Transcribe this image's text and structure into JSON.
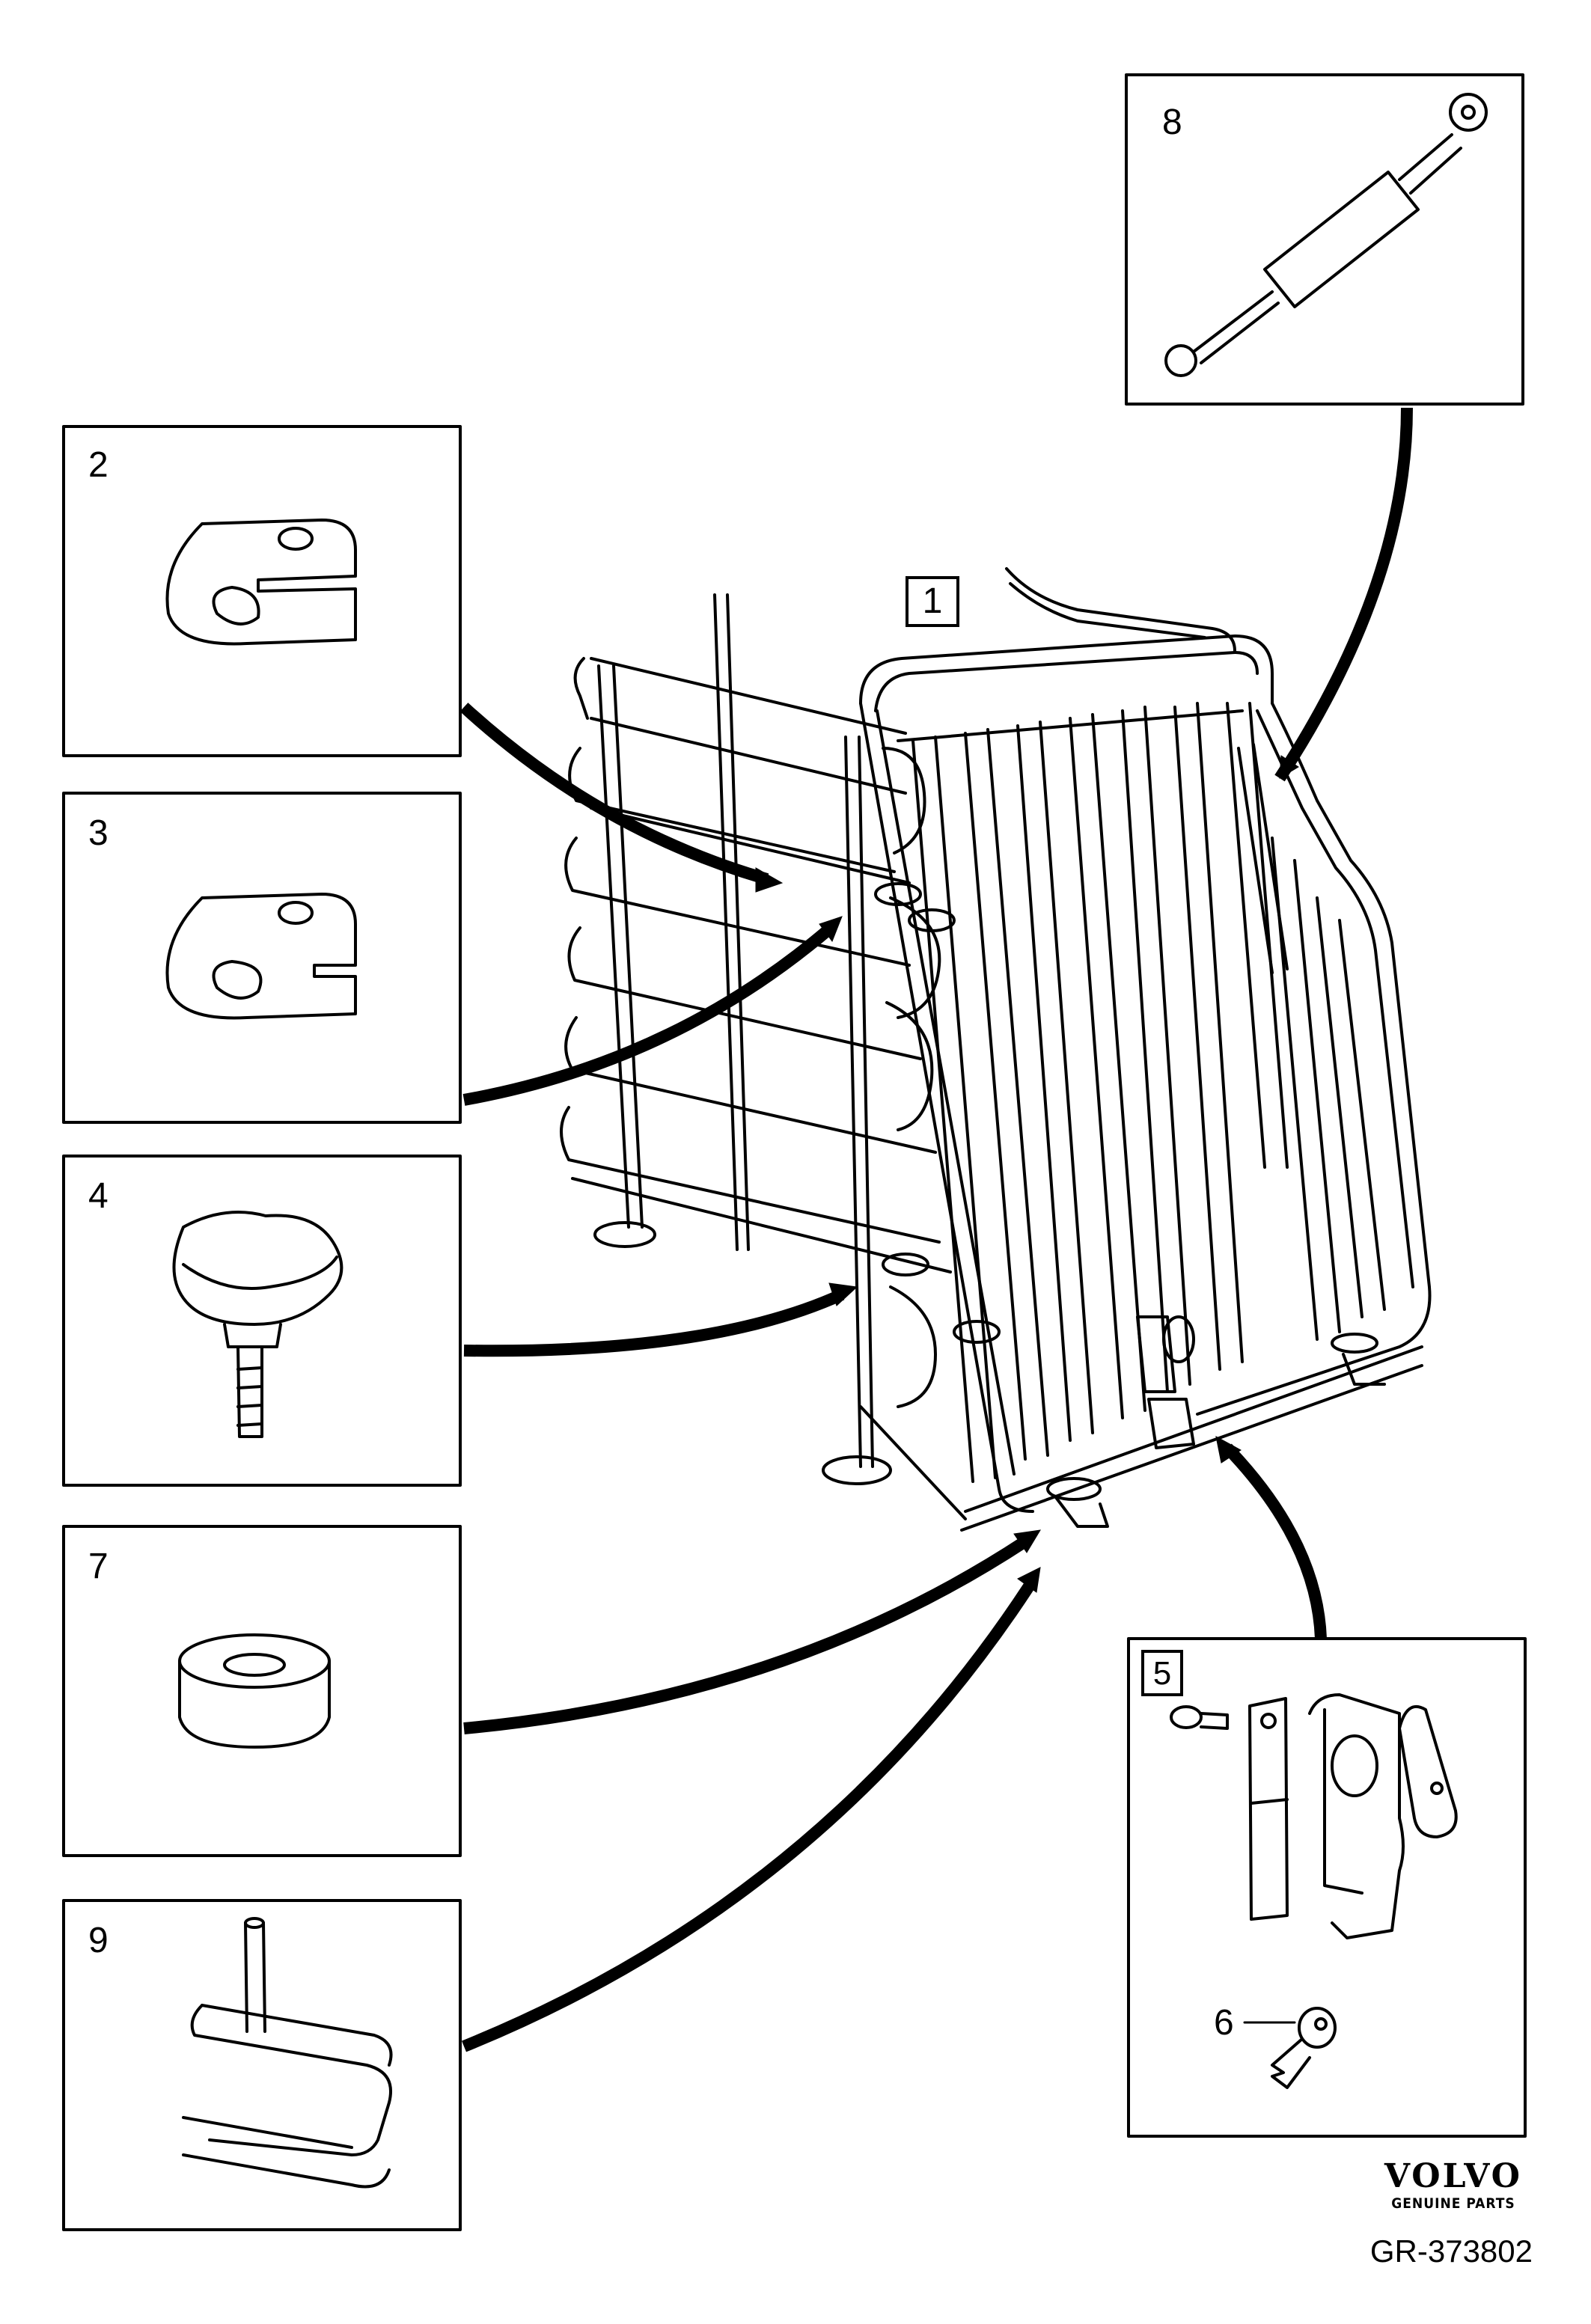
{
  "diagram": {
    "callouts": [
      {
        "id": "1",
        "label": "1"
      },
      {
        "id": "2",
        "label": "2"
      },
      {
        "id": "3",
        "label": "3"
      },
      {
        "id": "4",
        "label": "4"
      },
      {
        "id": "5",
        "label": "5"
      },
      {
        "id": "6",
        "label": "6"
      },
      {
        "id": "7",
        "label": "7"
      },
      {
        "id": "8",
        "label": "8"
      },
      {
        "id": "9",
        "label": "9"
      }
    ],
    "brand": {
      "name": "VOLVO",
      "tagline": "GENUINE PARTS"
    },
    "reference_code": "GR-373802",
    "colors": {
      "line": "#000000",
      "background": "#ffffff"
    }
  }
}
